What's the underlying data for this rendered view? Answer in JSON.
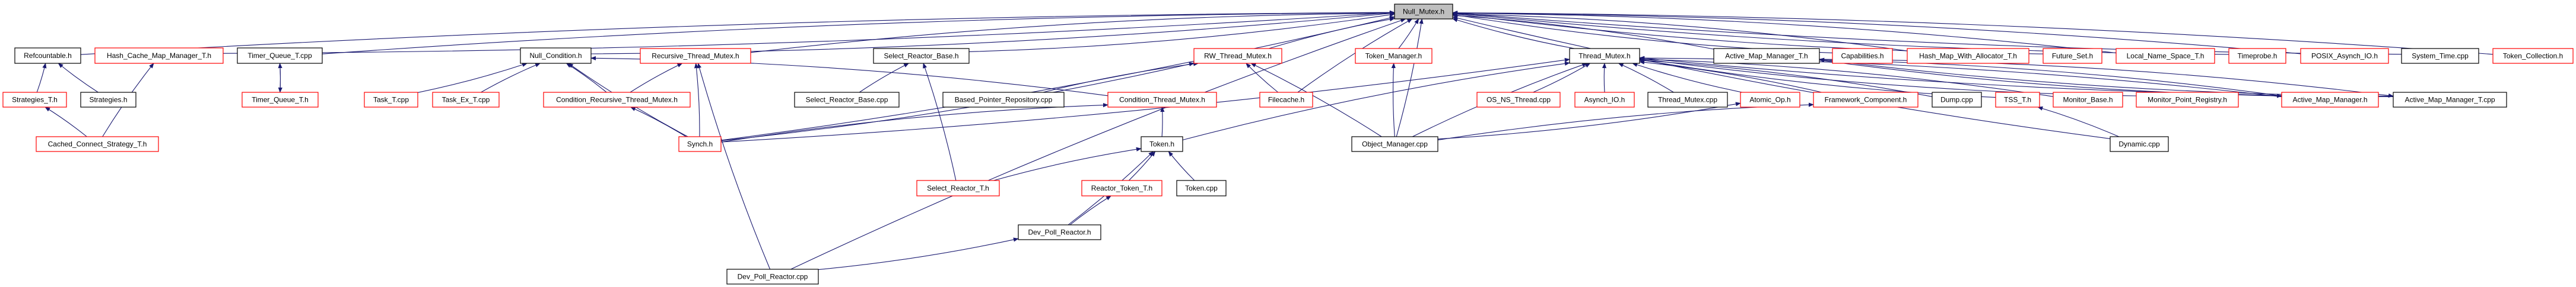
{
  "graph": {
    "title": "Null_Mutex.h include dependency graph",
    "root": "Null_Mutex.h",
    "colors": {
      "edge": "#191970",
      "border_documented": "#000000",
      "border_undocumented": "#ff0000",
      "root_fill": "#bfbfbf"
    },
    "nodes": [
      {
        "id": "Null_Mutex.h",
        "label": "Null_Mutex.h",
        "style": "root"
      },
      {
        "id": "Refcountable.h",
        "label": "Refcountable.h",
        "style": "black"
      },
      {
        "id": "Hash_Cache_Map_Manager_T.h",
        "label": "Hash_Cache_Map_Manager_T.h",
        "style": "red"
      },
      {
        "id": "Timer_Queue_T.cpp",
        "label": "Timer_Queue_T.cpp",
        "style": "black"
      },
      {
        "id": "Null_Condition.h",
        "label": "Null_Condition.h",
        "style": "black"
      },
      {
        "id": "Recursive_Thread_Mutex.h",
        "label": "Recursive_Thread_Mutex.h",
        "style": "red"
      },
      {
        "id": "Select_Reactor_Base.h",
        "label": "Select_Reactor_Base.h",
        "style": "black"
      },
      {
        "id": "RW_Thread_Mutex.h",
        "label": "RW_Thread_Mutex.h",
        "style": "red"
      },
      {
        "id": "Token_Manager.h",
        "label": "Token_Manager.h",
        "style": "red"
      },
      {
        "id": "Thread_Mutex.h",
        "label": "Thread_Mutex.h",
        "style": "black"
      },
      {
        "id": "Active_Map_Manager_T.h",
        "label": "Active_Map_Manager_T.h",
        "style": "black"
      },
      {
        "id": "Capabilities.h",
        "label": "Capabilities.h",
        "style": "red"
      },
      {
        "id": "Hash_Map_With_Allocator_T.h",
        "label": "Hash_Map_With_Allocator_T.h",
        "style": "red"
      },
      {
        "id": "Future_Set.h",
        "label": "Future_Set.h",
        "style": "red"
      },
      {
        "id": "Local_Name_Space_T.h",
        "label": "Local_Name_Space_T.h",
        "style": "red"
      },
      {
        "id": "Timeprobe.h",
        "label": "Timeprobe.h",
        "style": "red"
      },
      {
        "id": "POSIX_Asynch_IO.h",
        "label": "POSIX_Asynch_IO.h",
        "style": "red"
      },
      {
        "id": "System_Time.cpp",
        "label": "System_Time.cpp",
        "style": "black"
      },
      {
        "id": "Token_Collection.h",
        "label": "Token_Collection.h",
        "style": "red"
      },
      {
        "id": "Strategies_T.h",
        "label": "Strategies_T.h",
        "style": "red"
      },
      {
        "id": "Strategies.h",
        "label": "Strategies.h",
        "style": "black"
      },
      {
        "id": "Timer_Queue_T.h",
        "label": "Timer_Queue_T.h",
        "style": "red"
      },
      {
        "id": "Task_T.cpp",
        "label": "Task_T.cpp",
        "style": "red"
      },
      {
        "id": "Task_Ex_T.cpp",
        "label": "Task_Ex_T.cpp",
        "style": "red"
      },
      {
        "id": "Condition_Recursive_Thread_Mutex.h",
        "label": "Condition_Recursive_Thread_Mutex.h",
        "style": "red"
      },
      {
        "id": "Select_Reactor_Base.cpp",
        "label": "Select_Reactor_Base.cpp",
        "style": "black"
      },
      {
        "id": "Based_Pointer_Repository.cpp",
        "label": "Based_Pointer_Repository.cpp",
        "style": "black"
      },
      {
        "id": "Condition_Thread_Mutex.h",
        "label": "Condition_Thread_Mutex.h",
        "style": "red"
      },
      {
        "id": "Filecache.h",
        "label": "Filecache.h",
        "style": "red"
      },
      {
        "id": "OS_NS_Thread.cpp",
        "label": "OS_NS_Thread.cpp",
        "style": "red"
      },
      {
        "id": "Asynch_IO.h",
        "label": "Asynch_IO.h",
        "style": "red"
      },
      {
        "id": "Thread_Mutex.cpp",
        "label": "Thread_Mutex.cpp",
        "style": "black"
      },
      {
        "id": "Atomic_Op.h",
        "label": "Atomic_Op.h",
        "style": "red"
      },
      {
        "id": "Framework_Component.h",
        "label": "Framework_Component.h",
        "style": "red"
      },
      {
        "id": "Dump.cpp",
        "label": "Dump.cpp",
        "style": "black"
      },
      {
        "id": "TSS_T.h",
        "label": "TSS_T.h",
        "style": "red"
      },
      {
        "id": "Monitor_Base.h",
        "label": "Monitor_Base.h",
        "style": "red"
      },
      {
        "id": "Monitor_Point_Registry.h",
        "label": "Monitor_Point_Registry.h",
        "style": "red"
      },
      {
        "id": "Active_Map_Manager.h",
        "label": "Active_Map_Manager.h",
        "style": "red"
      },
      {
        "id": "Active_Map_Manager_T.cpp",
        "label": "Active_Map_Manager_T.cpp",
        "style": "black"
      },
      {
        "id": "Cached_Connect_Strategy_T.h",
        "label": "Cached_Connect_Strategy_T.h",
        "style": "red"
      },
      {
        "id": "Synch.h",
        "label": "Synch.h",
        "style": "red"
      },
      {
        "id": "Token.h",
        "label": "Token.h",
        "style": "black"
      },
      {
        "id": "Object_Manager.cpp",
        "label": "Object_Manager.cpp",
        "style": "black"
      },
      {
        "id": "Dynamic.cpp",
        "label": "Dynamic.cpp",
        "style": "black"
      },
      {
        "id": "Select_Reactor_T.h",
        "label": "Select_Reactor_T.h",
        "style": "red"
      },
      {
        "id": "Reactor_Token_T.h",
        "label": "Reactor_Token_T.h",
        "style": "red"
      },
      {
        "id": "Token.cpp",
        "label": "Token.cpp",
        "style": "black"
      },
      {
        "id": "Dev_Poll_Reactor.h",
        "label": "Dev_Poll_Reactor.h",
        "style": "black"
      },
      {
        "id": "Dev_Poll_Reactor.cpp",
        "label": "Dev_Poll_Reactor.cpp",
        "style": "black"
      }
    ],
    "edges": [
      [
        "Refcountable.h",
        "Null_Mutex.h"
      ],
      [
        "Hash_Cache_Map_Manager_T.h",
        "Null_Mutex.h"
      ],
      [
        "Timer_Queue_T.cpp",
        "Null_Mutex.h"
      ],
      [
        "Null_Condition.h",
        "Null_Mutex.h"
      ],
      [
        "Recursive_Thread_Mutex.h",
        "Null_Mutex.h"
      ],
      [
        "Select_Reactor_Base.h",
        "Null_Mutex.h"
      ],
      [
        "RW_Thread_Mutex.h",
        "Null_Mutex.h"
      ],
      [
        "Token_Manager.h",
        "Null_Mutex.h"
      ],
      [
        "Thread_Mutex.h",
        "Null_Mutex.h"
      ],
      [
        "Active_Map_Manager_T.h",
        "Null_Mutex.h"
      ],
      [
        "Capabilities.h",
        "Null_Mutex.h"
      ],
      [
        "Hash_Map_With_Allocator_T.h",
        "Null_Mutex.h"
      ],
      [
        "Future_Set.h",
        "Null_Mutex.h"
      ],
      [
        "Local_Name_Space_T.h",
        "Null_Mutex.h"
      ],
      [
        "Timeprobe.h",
        "Null_Mutex.h"
      ],
      [
        "POSIX_Asynch_IO.h",
        "Null_Mutex.h"
      ],
      [
        "System_Time.cpp",
        "Null_Mutex.h"
      ],
      [
        "Token_Collection.h",
        "Null_Mutex.h"
      ],
      [
        "Filecache.h",
        "Null_Mutex.h"
      ],
      [
        "Object_Manager.cpp",
        "Null_Mutex.h"
      ],
      [
        "Dev_Poll_Reactor.cpp",
        "Null_Mutex.h"
      ],
      [
        "Synch.h",
        "Null_Mutex.h"
      ],
      [
        "Dynamic.cpp",
        "Null_Mutex.h"
      ],
      [
        "Strategies_T.h",
        "Refcountable.h"
      ],
      [
        "Strategies.h",
        "Refcountable.h"
      ],
      [
        "Cached_Connect_Strategy_T.h",
        "Strategies_T.h"
      ],
      [
        "Cached_Connect_Strategy_T.h",
        "Hash_Cache_Map_Manager_T.h"
      ],
      [
        "Timer_Queue_T.h",
        "Timer_Queue_T.cpp"
      ],
      [
        "Timer_Queue_T.cpp",
        "Timer_Queue_T.h"
      ],
      [
        "Task_T.cpp",
        "Null_Condition.h"
      ],
      [
        "Task_Ex_T.cpp",
        "Null_Condition.h"
      ],
      [
        "Condition_Recursive_Thread_Mutex.h",
        "Null_Condition.h"
      ],
      [
        "Synch.h",
        "Null_Condition.h"
      ],
      [
        "Condition_Thread_Mutex.h",
        "Null_Condition.h"
      ],
      [
        "Condition_Recursive_Thread_Mutex.h",
        "Recursive_Thread_Mutex.h"
      ],
      [
        "Synch.h",
        "Recursive_Thread_Mutex.h"
      ],
      [
        "Dev_Poll_Reactor.cpp",
        "Recursive_Thread_Mutex.h"
      ],
      [
        "Synch.h",
        "Condition_Recursive_Thread_Mutex.h"
      ],
      [
        "Select_Reactor_Base.cpp",
        "Select_Reactor_Base.h"
      ],
      [
        "Select_Reactor_T.h",
        "Select_Reactor_Base.h"
      ],
      [
        "Based_Pointer_Repository.cpp",
        "RW_Thread_Mutex.h"
      ],
      [
        "Synch.h",
        "RW_Thread_Mutex.h"
      ],
      [
        "Filecache.h",
        "RW_Thread_Mutex.h"
      ],
      [
        "Object_Manager.cpp",
        "RW_Thread_Mutex.h"
      ],
      [
        "Synch.h",
        "Condition_Thread_Mutex.h"
      ],
      [
        "Token.h",
        "Condition_Thread_Mutex.h"
      ],
      [
        "Object_Manager.cpp",
        "Token_Manager.h"
      ],
      [
        "Synch.h",
        "Thread_Mutex.h"
      ],
      [
        "Token.h",
        "Thread_Mutex.h"
      ],
      [
        "OS_NS_Thread.cpp",
        "Thread_Mutex.h"
      ],
      [
        "Asynch_IO.h",
        "Thread_Mutex.h"
      ],
      [
        "Thread_Mutex.cpp",
        "Thread_Mutex.h"
      ],
      [
        "Atomic_Op.h",
        "Thread_Mutex.h"
      ],
      [
        "Framework_Component.h",
        "Thread_Mutex.h"
      ],
      [
        "Object_Manager.cpp",
        "Thread_Mutex.h"
      ],
      [
        "Dump.cpp",
        "Thread_Mutex.h"
      ],
      [
        "TSS_T.h",
        "Thread_Mutex.h"
      ],
      [
        "Monitor_Base.h",
        "Thread_Mutex.h"
      ],
      [
        "Monitor_Point_Registry.h",
        "Thread_Mutex.h"
      ],
      [
        "Active_Map_Manager.h",
        "Thread_Mutex.h"
      ],
      [
        "Active_Map_Manager_T.cpp",
        "Thread_Mutex.h"
      ],
      [
        "Object_Manager.cpp",
        "Atomic_Op.h"
      ],
      [
        "Object_Manager.cpp",
        "Framework_Component.h"
      ],
      [
        "Active_Map_Manager_T.h",
        "Active_Map_Manager.h"
      ],
      [
        "Active_Map_Manager_T.h",
        "Active_Map_Manager_T.cpp"
      ],
      [
        "Active_Map_Manager.h",
        "Active_Map_Manager_T.h"
      ],
      [
        "Active_Map_Manager_T.cpp",
        "Active_Map_Manager_T.h"
      ],
      [
        "Dynamic.cpp",
        "TSS_T.h"
      ],
      [
        "Select_Reactor_T.h",
        "Token.h"
      ],
      [
        "Reactor_Token_T.h",
        "Token.h"
      ],
      [
        "Token.cpp",
        "Token.h"
      ],
      [
        "Dev_Poll_Reactor.h",
        "Token.h"
      ],
      [
        "Dev_Poll_Reactor.h",
        "Reactor_Token_T.h"
      ],
      [
        "Dev_Poll_Reactor.cpp",
        "Dev_Poll_Reactor.h"
      ]
    ]
  }
}
